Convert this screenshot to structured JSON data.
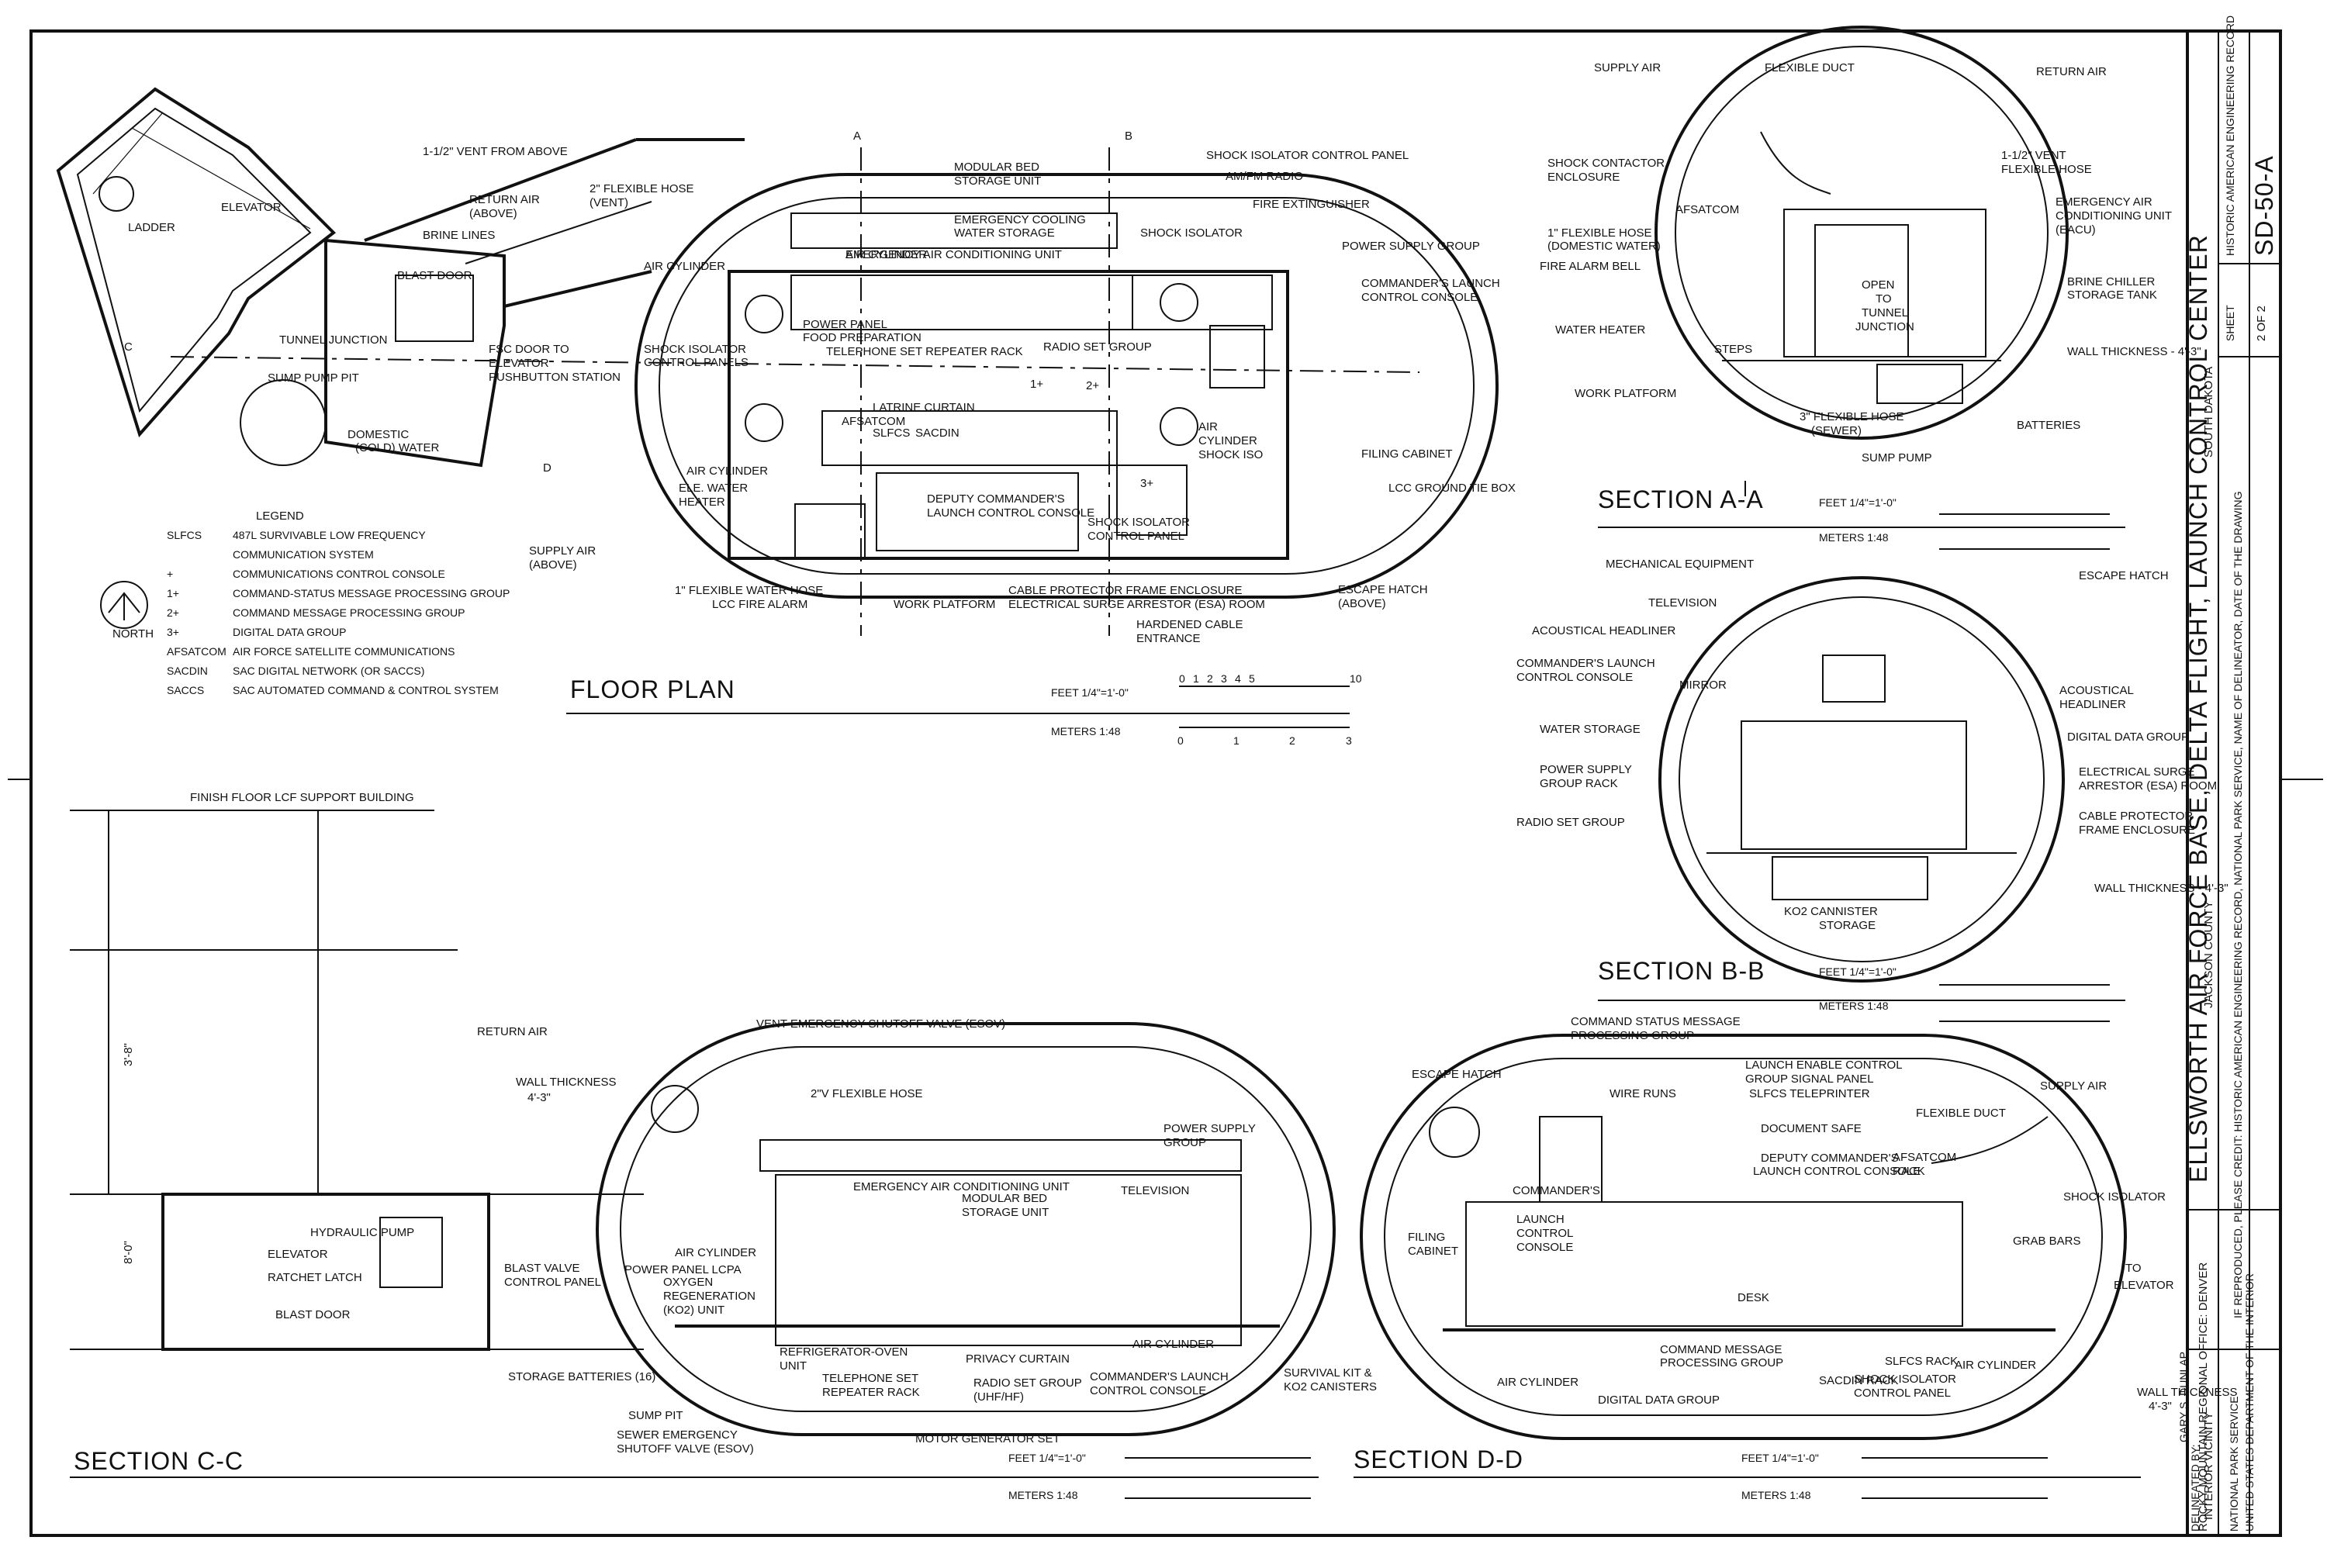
{
  "title_block": {
    "main_title": "ELLSWORTH AIR FORCE BASE, DELTA FLIGHT, LAUNCH CONTROL CENTER",
    "location_left": "INTERIOR VICINITY",
    "location_mid": "JACKSON COUNTY",
    "location_right": "SOUTH DAKOTA",
    "credit_line": "IF REPRODUCED, PLEASE CREDIT: HISTORIC AMERICAN ENGINEERING RECORD, NATIONAL PARK SERVICE, NAME OF DELINEATOR, DATE OF THE DRAWING",
    "agency": "HISTORIC AMERICAN ENGINEERING RECORD",
    "record_no": "SD-50-A",
    "sheet_label": "SHEET",
    "sheet_no": "2",
    "sheet_of": "OF",
    "sheet_total": "2",
    "office": "ROCKY MOUNTAIN REGIONAL OFFICE: DENVER",
    "nps_1": "NATIONAL PARK SERVICE",
    "nps_2": "UNITED STATES DEPARTMENT OF THE INTERIOR",
    "delineated_label": "DELINEATED BY:",
    "delineator": "GARY S. DUNLAP"
  },
  "floor_plan": {
    "title": "FLOOR PLAN",
    "labels": [
      "1-1/2\" VENT FROM ABOVE",
      "2\" FLEXIBLE HOSE",
      "(VENT)",
      "MODULAR BED",
      "STORAGE UNIT",
      "SHOCK ISOLATOR CONTROL PANEL",
      "AM/FM RADIO",
      "FIRE EXTINGUISHER",
      "RETURN AIR",
      "(ABOVE)",
      "BRINE LINES",
      "EMERGENCY COOLING",
      "WATER STORAGE",
      "AIR CYLINDER",
      "SHOCK ISOLATOR",
      "POWER SUPPLY GROUP",
      "COMMANDER'S LAUNCH",
      "CONTROL CONSOLE",
      "LADDER",
      "ELEVATOR",
      "AIR CYLINDER",
      "EMERGENCY AIR CONDITIONING UNIT",
      "BLAST DOOR",
      "POWER PANEL",
      "FOOD PREPARATION",
      "TELEPHONE SET REPEATER RACK",
      "RADIO SET GROUP",
      "TUNNEL JUNCTION",
      "SHOCK ISOLATOR",
      "CONTROL PANELS",
      "FSC DOOR TO",
      "ELEVATOR",
      "PUSHBUTTON STATION",
      "LATRINE CURTAIN",
      "AFSATCOM",
      "SLFCS",
      "SACDIN",
      "SUMP PUMP PIT",
      "DOMESTIC",
      "(COLD) WATER",
      "AIR",
      "CYLINDER",
      "SHOCK ISO",
      "FILING CABINET",
      "AIR CYLINDER",
      "ELE. WATER",
      "HEATER",
      "DEPUTY COMMANDER'S",
      "LAUNCH CONTROL CONSOLE",
      "SHOCK ISOLATOR",
      "CONTROL PANEL",
      "LCC GROUND TIE BOX",
      "SUPPLY AIR",
      "(ABOVE)",
      "1\" FLEXIBLE WATER HOSE",
      "LCC FIRE ALARM",
      "WORK PLATFORM",
      "CABLE PROTECTOR FRAME ENCLOSURE",
      "ELECTRICAL SURGE ARRESTOR (ESA) ROOM",
      "ESCAPE HATCH",
      "(ABOVE)",
      "HARDENED CABLE",
      "ENTRANCE",
      "A",
      "B",
      "C",
      "D",
      "1+",
      "2+",
      "3+",
      "NORTH"
    ],
    "scale_feet": "FEET 1/4\"=1'-0\"",
    "scale_meters": "METERS 1:48",
    "feet_ticks": [
      "0",
      "1",
      "2",
      "3",
      "4",
      "5",
      "10"
    ],
    "meter_ticks": [
      "0",
      "1",
      "2",
      "3"
    ]
  },
  "legend": {
    "title": "LEGEND",
    "items": [
      {
        "key": "SLFCS",
        "desc": "487L SURVIVABLE LOW FREQUENCY"
      },
      {
        "key": "",
        "desc": "COMMUNICATION SYSTEM"
      },
      {
        "key": "+",
        "desc": "COMMUNICATIONS CONTROL CONSOLE"
      },
      {
        "key": "1+",
        "desc": "COMMAND-STATUS MESSAGE PROCESSING GROUP"
      },
      {
        "key": "2+",
        "desc": "COMMAND MESSAGE PROCESSING GROUP"
      },
      {
        "key": "3+",
        "desc": "DIGITAL DATA GROUP"
      },
      {
        "key": "AFSATCOM",
        "desc": "AIR FORCE SATELLITE COMMUNICATIONS"
      },
      {
        "key": "SACDIN",
        "desc": "SAC DIGITAL NETWORK (OR SACCS)"
      },
      {
        "key": "SACCS",
        "desc": "SAC AUTOMATED COMMAND & CONTROL SYSTEM"
      }
    ]
  },
  "section_aa": {
    "title": "SECTION A-A",
    "labels": [
      "SUPPLY AIR",
      "FLEXIBLE DUCT",
      "RETURN AIR",
      "SHOCK CONTACTOR",
      "ENCLOSURE",
      "1-1/2\" VENT",
      "FLEXIBLE HOSE",
      "AFSATCOM",
      "EMERGENCY AIR",
      "CONDITIONING UNIT",
      "(EACU)",
      "1\" FLEXIBLE HOSE",
      "(DOMESTIC WATER)",
      "FIRE ALARM BELL",
      "OPEN",
      "TO",
      "TUNNEL",
      "JUNCTION",
      "BRINE CHILLER",
      "STORAGE TANK",
      "WATER HEATER",
      "STEPS",
      "WALL THICKNESS - 4'-3\"",
      "WORK PLATFORM",
      "3\" FLEXIBLE HOSE",
      "(SEWER)",
      "BATTERIES",
      "SUMP PUMP"
    ],
    "scale_feet": "FEET 1/4\"=1'-0\"",
    "scale_meters": "METERS 1:48"
  },
  "section_bb": {
    "title": "SECTION B-B",
    "labels": [
      "MECHANICAL EQUIPMENT",
      "ESCAPE HATCH",
      "TELEVISION",
      "ACOUSTICAL HEADLINER",
      "COMMANDER'S LAUNCH",
      "CONTROL CONSOLE",
      "MIRROR",
      "ACOUSTICAL",
      "HEADLINER",
      "WATER STORAGE",
      "DIGITAL DATA GROUP",
      "POWER SUPPLY",
      "GROUP RACK",
      "ELECTRICAL SURGE",
      "ARRESTOR (ESA) ROOM",
      "RADIO SET GROUP",
      "CABLE PROTECTOR",
      "FRAME ENCLOSURE",
      "WALL THICKNESS - 4'-3\"",
      "KO2 CANNISTER",
      "STORAGE"
    ],
    "scale_feet": "FEET 1/4\"=1'-0\"",
    "scale_meters": "METERS 1:48"
  },
  "section_cc": {
    "title": "SECTION C-C",
    "labels": [
      "FINISH FLOOR LCF SUPPORT BUILDING",
      "RETURN AIR",
      "VENT EMERGENCY SHUTOFF VALVE (ESOV)",
      "WALL THICKNESS",
      "4'-3\"",
      "2\"V FLEXIBLE HOSE",
      "POWER SUPPLY",
      "GROUP",
      "EMERGENCY AIR CONDITIONING UNIT",
      "TELEVISION",
      "POWER PANEL LCPA",
      "AIR CYLINDER",
      "MODULAR BED",
      "STORAGE UNIT",
      "HYDRAULIC PUMP",
      "ELEVATOR",
      "RATCHET LATCH",
      "BLAST VALVE",
      "CONTROL PANEL",
      "OXYGEN",
      "REGENERATION",
      "(KO2) UNIT",
      "BLAST DOOR",
      "REFRIGERATOR-OVEN",
      "UNIT",
      "PRIVACY CURTAIN",
      "AIR CYLINDER",
      "STORAGE BATTERIES (16)",
      "TELEPHONE SET",
      "REPEATER RACK",
      "RADIO SET GROUP",
      "(UHF/HF)",
      "COMMANDER'S LAUNCH",
      "CONTROL CONSOLE",
      "SURVIVAL KIT &",
      "KO2 CANISTERS",
      "SUMP PIT",
      "SEWER EMERGENCY",
      "SHUTOFF VALVE (ESOV)",
      "MOTOR GENERATOR SET",
      "3'-8\"",
      "8'-0\""
    ],
    "scale_feet": "FEET 1/4\"=1'-0\"",
    "scale_meters": "METERS 1:48"
  },
  "section_dd": {
    "title": "SECTION D-D",
    "labels": [
      "ESCAPE HATCH",
      "COMMAND STATUS MESSAGE",
      "PROCESSING GROUP",
      "WIRE RUNS",
      "LAUNCH ENABLE CONTROL",
      "GROUP SIGNAL PANEL",
      "SLFCS TELEPRINTER",
      "SUPPLY AIR",
      "FLEXIBLE DUCT",
      "DOCUMENT SAFE",
      "DEPUTY COMMANDER'S",
      "LAUNCH CONTROL CONSOLE",
      "AFSATCOM",
      "RACK",
      "SHOCK ISOLATOR",
      "COMMANDER'S",
      "LAUNCH",
      "CONTROL",
      "CONSOLE",
      "FILING",
      "CABINET",
      "GRAB BARS",
      "DESK",
      "TO",
      "ELEVATOR",
      "COMMAND MESSAGE",
      "PROCESSING GROUP",
      "SLFCS RACK",
      "AIR CYLINDER",
      "SACDIN RACK",
      "SHOCK ISOLATOR",
      "CONTROL PANEL",
      "AIR CYLINDER",
      "DIGITAL DATA GROUP",
      "WALL THICKNESS",
      "4'-3\""
    ],
    "scale_feet": "FEET 1/4\"=1'-0\"",
    "scale_meters": "METERS 1:48"
  }
}
